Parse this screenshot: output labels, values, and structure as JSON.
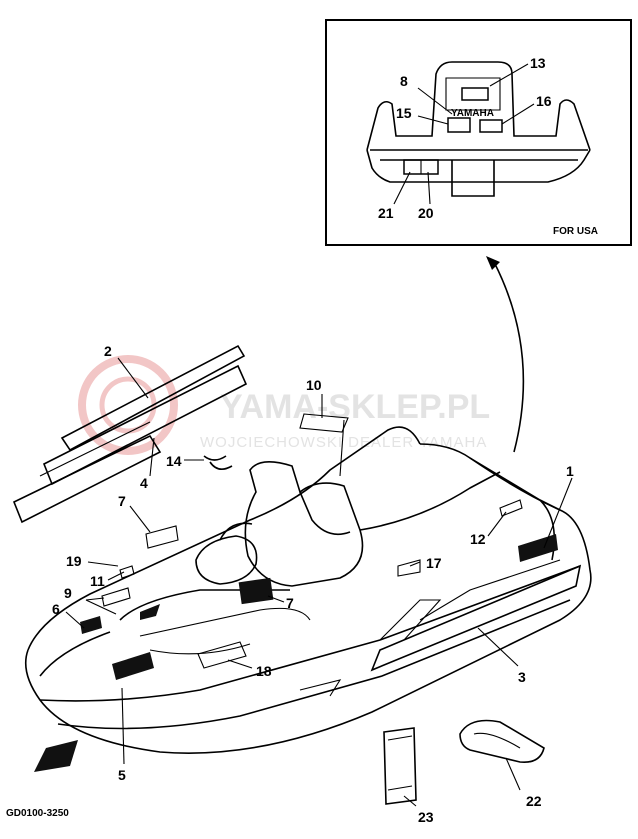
{
  "drawing_code": "GD0100-3250",
  "inset": {
    "label": "FOR USA"
  },
  "watermark": {
    "brand": "YAMA-SKLEP.PL",
    "tagline": "WOJCIECHOWSKI DEALER YAMAHA"
  },
  "emblem_text": "YAMAHA",
  "callouts": {
    "c1": "1",
    "c2": "2",
    "c3": "3",
    "c4": "4",
    "c5": "5",
    "c6": "6",
    "c7a": "7",
    "c7b": "7",
    "c8": "8",
    "c9": "9",
    "c10": "10",
    "c11": "11",
    "c12": "12",
    "c13": "13",
    "c14": "14",
    "c15": "15",
    "c16": "16",
    "c17": "17",
    "c18": "18",
    "c19": "19",
    "c20": "20",
    "c21": "21",
    "c22": "22",
    "c23": "23"
  }
}
